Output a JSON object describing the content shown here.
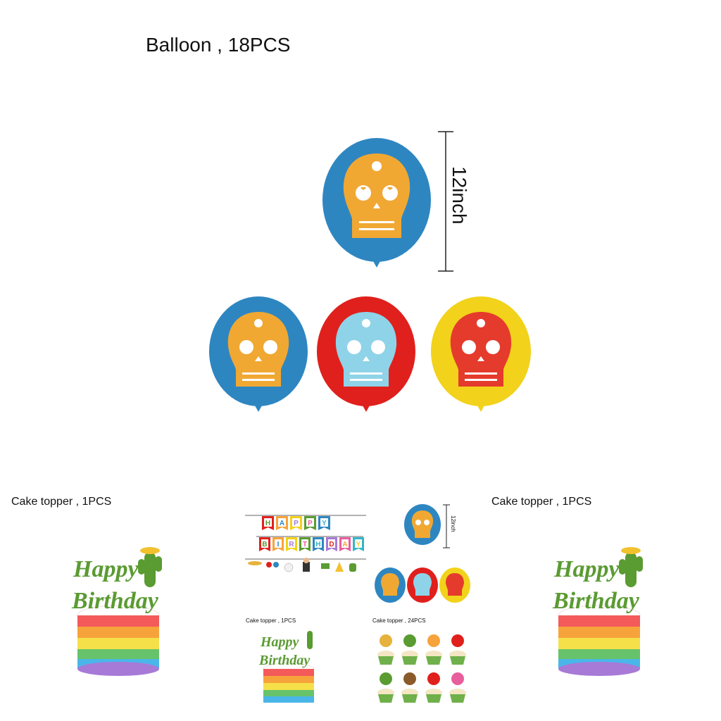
{
  "main": {
    "title": "Balloon , 18PCS",
    "dimension": "12inch"
  },
  "left_panel": {
    "label": "Cake topper , 1PCS",
    "topper_line1": "Happy",
    "topper_line2": "Birthday"
  },
  "right_panel": {
    "label": "Cake topper , 1PCS",
    "topper_line1": "Happy",
    "topper_line2": "Birthday"
  },
  "center_panel": {
    "banner_row1": [
      "H",
      "A",
      "P",
      "P",
      "Y"
    ],
    "banner_row2": [
      "B",
      "I",
      "R",
      "T",
      "H",
      "D",
      "A",
      "Y"
    ],
    "dimension": "12inch",
    "cake_topper_label": "Cake topper , 1PCS",
    "cupcake_label": "Cake topper , 24PCS",
    "topper_line1": "Happy",
    "topper_line2": "Birthday"
  },
  "colors": {
    "blue": "#2e86c1",
    "red": "#e0201c",
    "yellow": "#f2d21b",
    "orange_skull": "#f0a833",
    "cyan_skull": "#8fd3e8",
    "red_skull": "#e53b2c",
    "green": "#5a9b32"
  }
}
